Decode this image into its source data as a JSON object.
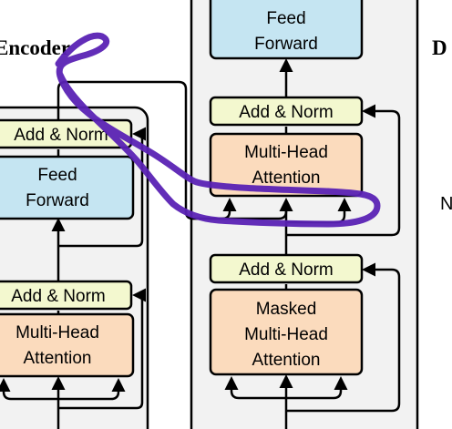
{
  "encoder": {
    "title": "Encoder",
    "add_norm_top": "Add & Norm",
    "ff_line1": "Feed",
    "ff_line2": "Forward",
    "add_norm_bottom": "Add & Norm",
    "mha_line1": "Multi-Head",
    "mha_line2": "Attention"
  },
  "decoder": {
    "title": "D",
    "ff_line1": "Feed",
    "ff_line2": "Forward",
    "add_norm_mid": "Add & Norm",
    "mha_line1": "Multi-Head",
    "mha_line2": "Attention",
    "add_norm_bottom": "Add & Norm",
    "masked_line1": "Masked",
    "masked_line2": "Multi-Head",
    "masked_line3": "Attention",
    "repeat_label": "N"
  },
  "colors": {
    "add_norm_fill": "#f3f8cf",
    "feed_forward_fill": "#c5e5f2",
    "attention_fill": "#fbdbbd",
    "stack_fill": "#f2f2f2",
    "annotation_stroke": "#5a22b4"
  }
}
